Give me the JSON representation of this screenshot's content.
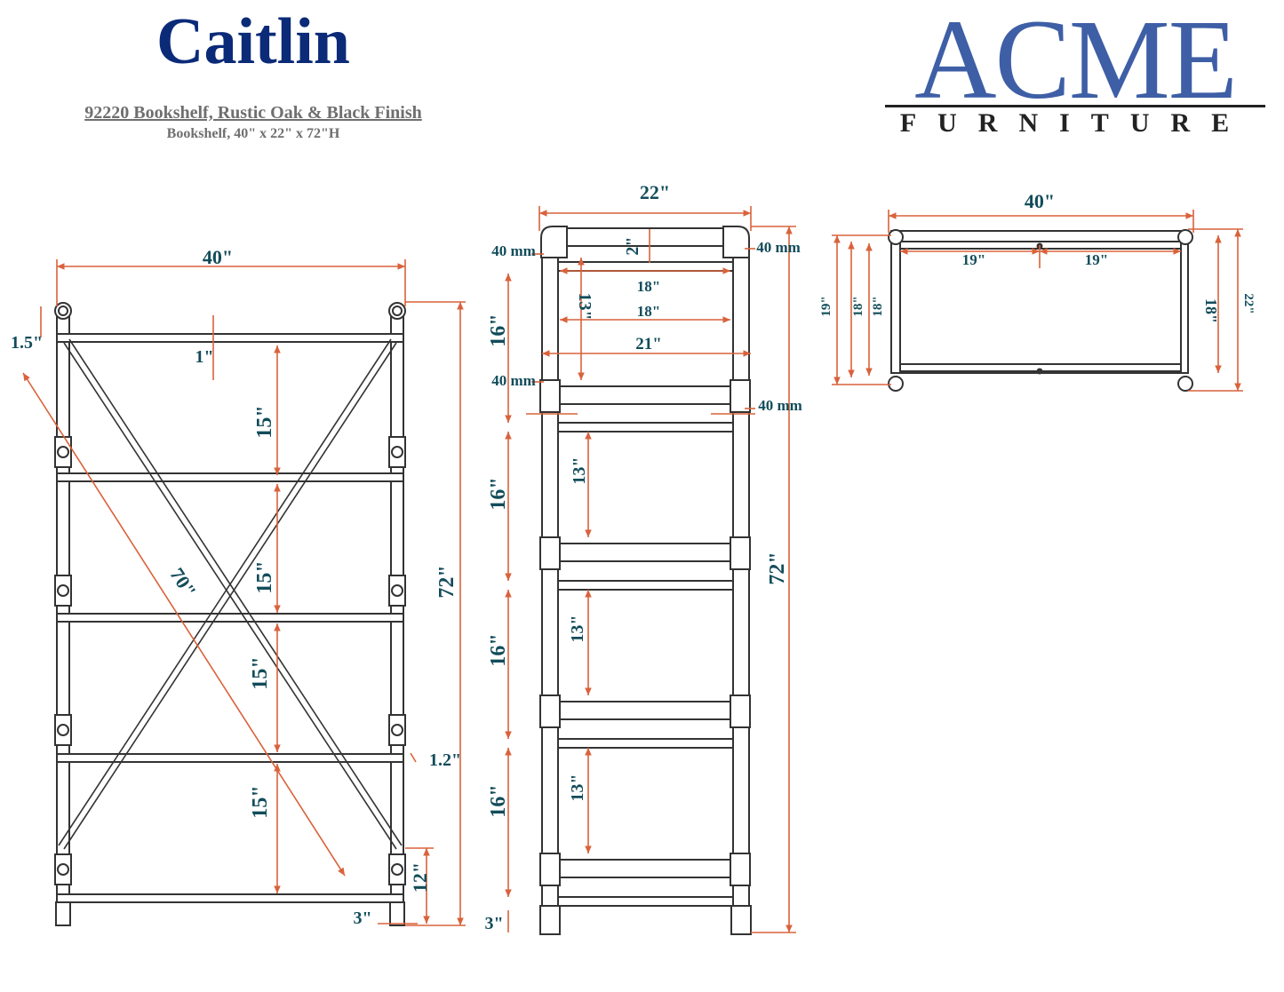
{
  "header": {
    "title": "Caitlin",
    "subtitle": "92220 Bookshelf, Rustic Oak & Black Finish",
    "size_line": "Bookshelf, 40\" x 22\" x 72\"H"
  },
  "logo": {
    "main": "ACME",
    "sub": "FURNITURE",
    "color": "#3e5fa6"
  },
  "colors": {
    "dimension_line": "#d9623b",
    "dimension_text": "#124c5a",
    "frame": "#333333"
  },
  "front_view": {
    "width": "40\"",
    "height": "72\"",
    "diagonal": "70\"",
    "top_overhang": "1.5\"",
    "top_gap": "1\"",
    "shelf_spacing": [
      "15\"",
      "15\"",
      "15\"",
      "15\""
    ],
    "shelf_thickness": "1.2\"",
    "bottom_clearance": "12\"",
    "foot_height": "3\""
  },
  "side_view": {
    "depth": "22\"",
    "top_gap": "2\"",
    "tube_sizes": [
      "40 mm",
      "40 mm",
      "40 mm",
      "40 mm"
    ],
    "inner_widths": [
      "18\"",
      "18\"",
      "21\""
    ],
    "tier_spacing": [
      "16\"",
      "16\"",
      "16\"",
      "16\""
    ],
    "shelf_openings": [
      "13\"",
      "13\"",
      "13\"",
      "13\""
    ],
    "height": "72\"",
    "foot_height": "3\""
  },
  "top_view": {
    "width": "40\"",
    "half_widths": [
      "19\"",
      "19\""
    ],
    "depth_labels": [
      "19\"",
      "18\"",
      "18\""
    ],
    "right_depths": [
      "18\"",
      "22\""
    ]
  }
}
